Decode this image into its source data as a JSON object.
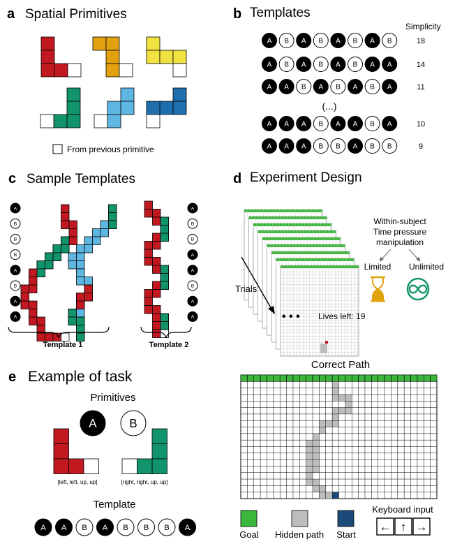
{
  "colors": {
    "red": "#c1191f",
    "orange": "#e2a20f",
    "yellow": "#f0e241",
    "teal": "#11946b",
    "lightblue": "#5eb6e3",
    "blue": "#1f6fae",
    "green": "#3bb83b",
    "gray": "#bdbdbd",
    "navy": "#1c4a78"
  },
  "panel_a": {
    "letter": "a",
    "title": "Spatial Primitives",
    "legend_label": "From previous primitive"
  },
  "panel_b": {
    "letter": "b",
    "title": "Templates",
    "column_header": "Simplicity",
    "rows": [
      {
        "symbols": [
          "A",
          "B",
          "A",
          "B",
          "A",
          "B",
          "A",
          "B"
        ],
        "simplicity": "18"
      },
      {
        "symbols": [
          "A",
          "B",
          "A",
          "B",
          "A",
          "B",
          "A",
          "A"
        ],
        "simplicity": "14"
      },
      {
        "symbols": [
          "A",
          "A",
          "B",
          "A",
          "B",
          "A",
          "B",
          "A"
        ],
        "simplicity": "11"
      },
      {
        "symbols": [
          "A",
          "A",
          "A",
          "B",
          "A",
          "A",
          "B",
          "A"
        ],
        "simplicity": "10"
      },
      {
        "symbols": [
          "A",
          "A",
          "A",
          "B",
          "B",
          "A",
          "B",
          "B"
        ],
        "simplicity": "9"
      }
    ],
    "ellipsis": "(...)"
  },
  "panel_c": {
    "letter": "c",
    "title": "Sample Templates",
    "template1_label": "Template 1",
    "template2_label": "Template 2",
    "left_sequence": [
      "A",
      "B",
      "B",
      "B",
      "A",
      "B",
      "A",
      "A"
    ],
    "right_sequence": [
      "A",
      "B",
      "B",
      "A",
      "A",
      "B",
      "A",
      "A"
    ]
  },
  "panel_d": {
    "letter": "d",
    "title": "Experiment Design",
    "manipulation_text": [
      "Within-subject",
      "Time pressure",
      "manipulation"
    ],
    "limited_label": "Limited",
    "unlimited_label": "Unlimited",
    "trials_label": "Trials",
    "dots": "• • •",
    "lives_text": "Lives left: 19"
  },
  "panel_e": {
    "letter": "e",
    "title": "Example of task",
    "primitives_label": "Primitives",
    "primitive_a": {
      "symbol": "A",
      "moves": "[left, left, up, up]"
    },
    "primitive_b": {
      "symbol": "B",
      "moves": "[right, right, up, up]"
    },
    "template_label": "Template",
    "template_sequence": [
      "A",
      "A",
      "B",
      "A",
      "B",
      "B",
      "B",
      "A"
    ],
    "correct_path_title": "Correct Path",
    "goal_label": "Goal",
    "hidden_path_label": "Hidden path",
    "start_label": "Start",
    "keyboard_label": "Keyboard input",
    "keys": [
      "←",
      "↑",
      "→"
    ]
  }
}
